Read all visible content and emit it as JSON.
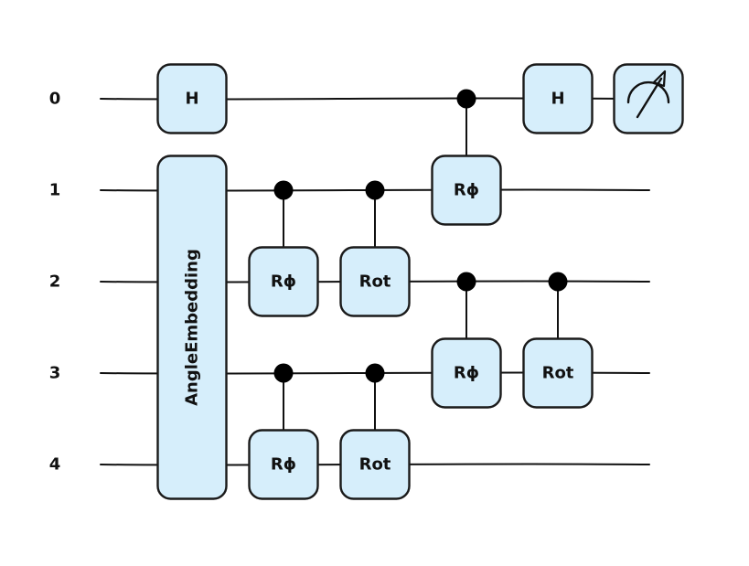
{
  "wires": [
    {
      "label": "0"
    },
    {
      "label": "1"
    },
    {
      "label": "2"
    },
    {
      "label": "3"
    },
    {
      "label": "4"
    }
  ],
  "embedding": {
    "label": "AngleEmbedding",
    "wires": [
      1,
      2,
      3,
      4
    ]
  },
  "gates": [
    {
      "label": "H",
      "wire": 0,
      "col": 0
    },
    {
      "label": "Rϕ",
      "wire": 2,
      "col": 1
    },
    {
      "label": "Rϕ",
      "wire": 4,
      "col": 1
    },
    {
      "label": "Rot",
      "wire": 2,
      "col": 2
    },
    {
      "label": "Rot",
      "wire": 4,
      "col": 2
    },
    {
      "label": "Rϕ",
      "wire": 1,
      "col": 3
    },
    {
      "label": "Rϕ",
      "wire": 3,
      "col": 3
    },
    {
      "label": "H",
      "wire": 0,
      "col": 4
    },
    {
      "label": "Rot",
      "wire": 3,
      "col": 4
    }
  ],
  "controls": [
    {
      "col": 1,
      "wire": 1,
      "target": 2
    },
    {
      "col": 1,
      "wire": 3,
      "target": 4
    },
    {
      "col": 2,
      "wire": 1,
      "target": 2
    },
    {
      "col": 2,
      "wire": 3,
      "target": 4
    },
    {
      "col": 3,
      "wire": 0,
      "target": 1
    },
    {
      "col": 3,
      "wire": 2,
      "target": 3
    },
    {
      "col": 4,
      "wire": 2,
      "target": 3
    }
  ],
  "measurements": [
    {
      "wire": 0,
      "icon": "measurement-meter-icon"
    }
  ],
  "colors": {
    "gate_fill": "#d6eefb",
    "gate_stroke": "#1a1a1a",
    "wire": "#111111"
  }
}
